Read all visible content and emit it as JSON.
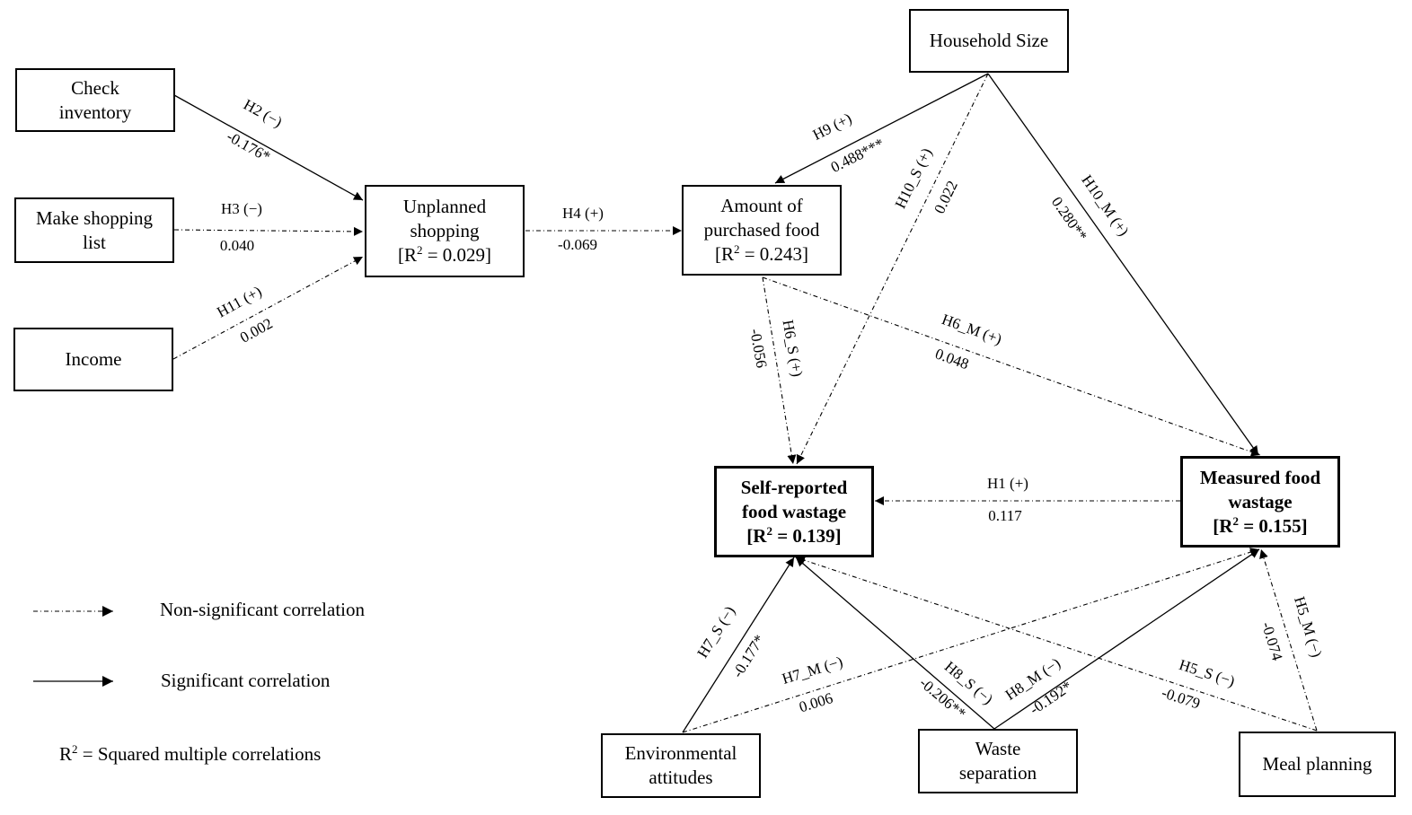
{
  "nodes": {
    "check_inventory": [
      "Check",
      "inventory"
    ],
    "make_shopping_list": [
      "Make shopping",
      "list"
    ],
    "income": [
      "Income"
    ],
    "unplanned_shopping": [
      "Unplanned",
      "shopping"
    ],
    "unplanned_shopping_r2": "= 0.029]",
    "amount_purchased": [
      "Amount of",
      "purchased food"
    ],
    "amount_purchased_r2": "= 0.243]",
    "household_size": [
      "Household Size"
    ],
    "self_reported": [
      "Self-reported",
      "food wastage"
    ],
    "self_reported_r2": "= 0.139]",
    "measured": [
      "Measured food",
      "wastage"
    ],
    "measured_r2": "= 0.155]",
    "environmental": [
      "Environmental",
      "attitudes"
    ],
    "waste_separation": [
      "Waste",
      "separation"
    ],
    "meal_planning": [
      "Meal planning"
    ]
  },
  "r2_prefix": "[R",
  "r2_sup": "2",
  "edges": {
    "h2": {
      "hyp": "H2 (−)",
      "coef": "-0.176*",
      "significant": true
    },
    "h3": {
      "hyp": "H3 (−)",
      "coef": "0.040",
      "significant": false
    },
    "h11": {
      "hyp": "H11 (+)",
      "coef": "0.002",
      "significant": false
    },
    "h4": {
      "hyp": "H4 (+)",
      "coef": "-0.069",
      "significant": false
    },
    "h9": {
      "hyp": "H9 (+)",
      "coef": "0.488***",
      "significant": true
    },
    "h10s": {
      "hyp": "H10_S (+)",
      "coef": "0.022",
      "significant": false
    },
    "h10m": {
      "hyp": "H10_M (+)",
      "coef": "0.280**",
      "significant": true
    },
    "h6s": {
      "hyp": "H6_S (+)",
      "coef": "-0.056",
      "significant": false
    },
    "h6m": {
      "hyp": "H6_M (+)",
      "coef": "0.048",
      "significant": false
    },
    "h1": {
      "hyp": "H1 (+)",
      "coef": "0.117",
      "significant": false
    },
    "h7s": {
      "hyp": "H7_S (−)",
      "coef": "-0.177*",
      "significant": true
    },
    "h7m": {
      "hyp": "H7_M (−)",
      "coef": "0.006",
      "significant": false
    },
    "h8s": {
      "hyp": "H8_S (−)",
      "coef": "-0.206**",
      "significant": true
    },
    "h8m": {
      "hyp": "H8_M (−)",
      "coef": "-0.192*",
      "significant": true
    },
    "h5s": {
      "hyp": "H5_S (−)",
      "coef": "-0.079",
      "significant": false
    },
    "h5m": {
      "hyp": "H5_M (−)",
      "coef": "-0.074",
      "significant": false
    }
  },
  "legend": {
    "non_significant": "Non-significant correlation",
    "significant": "Significant correlation",
    "r2_note_prefix": "R",
    "r2_note_sup": "2",
    "r2_note": " = Squared multiple correlations"
  },
  "colors": {
    "line": "#000000",
    "background": "#ffffff"
  }
}
